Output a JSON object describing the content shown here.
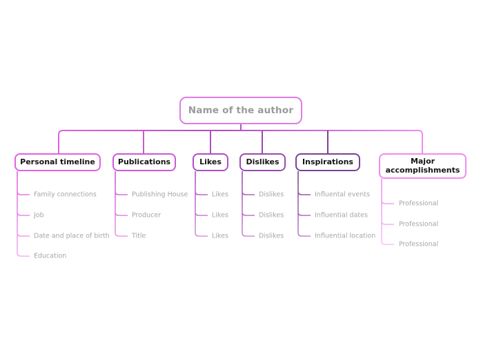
{
  "root": {
    "label": "Name of the author"
  },
  "colors": {
    "root_border": "#dd7ce4",
    "root_trunk": "#b052c6",
    "canvas_bg": "#ffffff",
    "child_text": "#a6a6a6",
    "branch_label_text": "#141414",
    "root_label_text": "#9a9a9a"
  },
  "branches": [
    {
      "label": "Personal timeline",
      "color": "#e161e2",
      "children": [
        "Family connections",
        "Job",
        "Date and place of birth",
        "Education"
      ]
    },
    {
      "label": "Publications",
      "color": "#cb5ad3",
      "children": [
        "Publishing House",
        "Producer",
        "Title"
      ]
    },
    {
      "label": "Likes",
      "color": "#ad4fc2",
      "children": [
        "Likes",
        "Likes",
        "Likes"
      ]
    },
    {
      "label": "Dislikes",
      "color": "#9a4aad",
      "children": [
        "Dislikes",
        "Dislikes",
        "Dislikes"
      ]
    },
    {
      "label": "Inspirations",
      "color": "#7b4193",
      "children": [
        "Influental events",
        "Influential dates",
        "Influential location"
      ]
    },
    {
      "label": "Major accomplishments",
      "color": "#f18bf0",
      "children": [
        "Professional",
        "Professional",
        "Professional"
      ]
    }
  ]
}
